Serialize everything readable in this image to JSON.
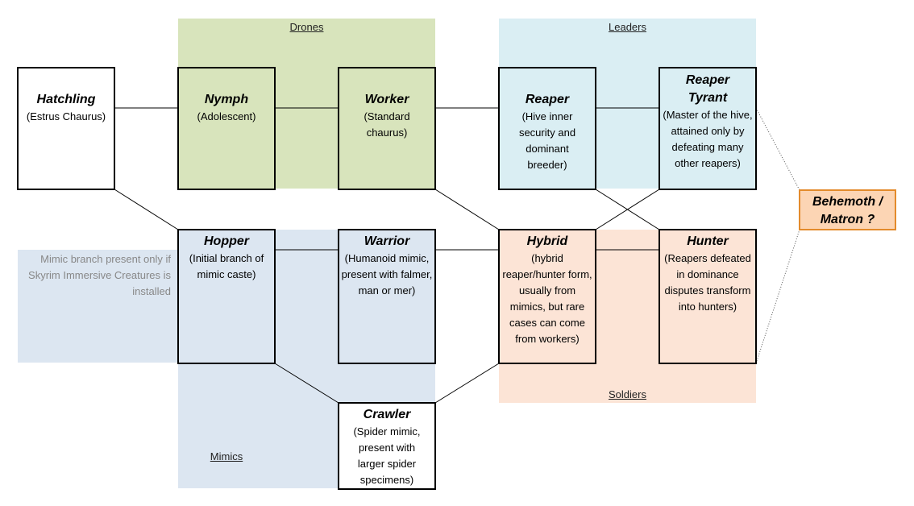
{
  "colors": {
    "drones_bg": "#d8e4bc",
    "leaders_bg": "#daeef3",
    "mimics_bg": "#dce6f1",
    "soldiers_bg": "#fce4d6",
    "behemoth_bg": "#fcd5b4",
    "behemoth_border": "#e38b2c"
  },
  "regions": {
    "drones": "Drones",
    "leaders": "Leaders",
    "mimics": "Mimics",
    "soldiers": "Soldiers"
  },
  "note": "Mimic branch present only if Skyrim Immersive Creatures is installed",
  "nodes": {
    "hatchling": {
      "title": "Hatchling",
      "desc": "(Estrus Chaurus)"
    },
    "nymph": {
      "title": "Nymph",
      "desc": "(Adolescent)"
    },
    "worker": {
      "title": "Worker",
      "desc": "(Standard chaurus)"
    },
    "reaper": {
      "title": "Reaper",
      "desc": "(Hive inner security and dominant breeder)"
    },
    "reaper_tyrant": {
      "title": "Reaper Tyrant",
      "desc": "(Master of the hive, attained only by defeating many other reapers)"
    },
    "behemoth": {
      "title": "Behemoth / Matron ?"
    },
    "hopper": {
      "title": "Hopper",
      "desc": "(Initial branch of mimic caste)"
    },
    "warrior": {
      "title": "Warrior",
      "desc": "(Humanoid mimic, present with falmer, man or mer)"
    },
    "hybrid": {
      "title": "Hybrid",
      "desc": "(hybrid reaper/hunter form, usually from mimics, but rare cases can come from workers)"
    },
    "hunter": {
      "title": "Hunter",
      "desc": "(Reapers defeated in dominance disputes transform into hunters)"
    },
    "crawler": {
      "title": "Crawler",
      "desc": "(Spider mimic, present with larger spider specimens)"
    }
  }
}
